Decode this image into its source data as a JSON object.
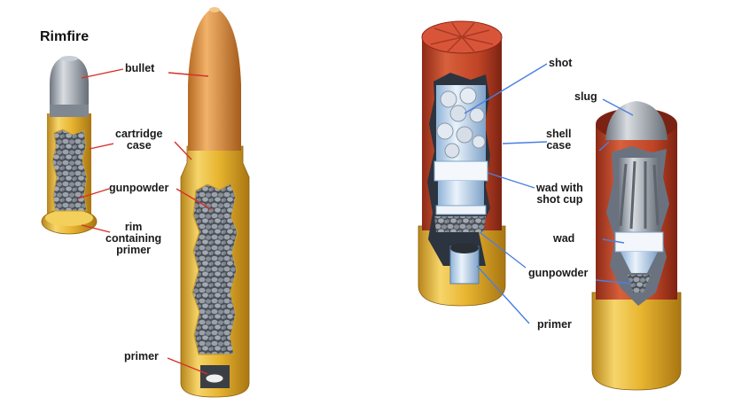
{
  "title": "Rimfire",
  "labels": {
    "bullet": "bullet",
    "cartridge_case_1": "cartridge",
    "cartridge_case_2": "case",
    "gunpowder_left": "gunpowder",
    "rim_1": "rim",
    "rim_2": "containing",
    "rim_3": "primer",
    "primer_left": "primer",
    "shot": "shot",
    "slug": "slug",
    "shell_case_1": "shell",
    "shell_case_2": "case",
    "wad_shot_cup_1": "wad with",
    "wad_shot_cup_2": "shot cup",
    "wad": "wad",
    "gunpowder_right": "gunpowder",
    "primer_right": "primer"
  },
  "colors": {
    "brass": "#e8b530",
    "copper": "#d98a3a",
    "lead": "#8f98a3",
    "shell_red": "#c84a2c",
    "rifle_leader": "#d8302a",
    "shotgun_leader": "#4a7fe0"
  }
}
